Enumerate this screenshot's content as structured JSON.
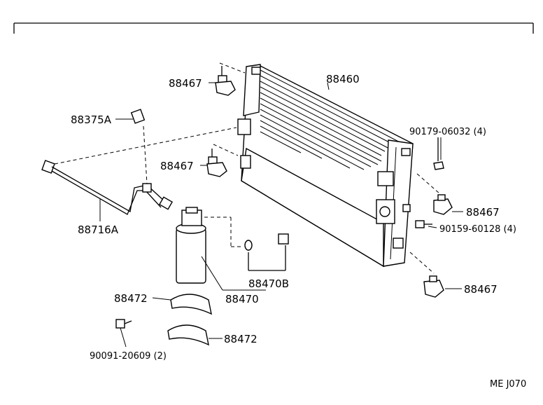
{
  "diagram_code": "ME J070",
  "parts": {
    "condenser": "88460",
    "bracket_top": "88467",
    "bracket_mid": "88467",
    "bracket_right_upper": "88467",
    "bracket_right_lower": "88467",
    "sensor_plug": "88375A",
    "tube": "88716A",
    "receiver": "88470",
    "receiver_parts": "88470B",
    "band_upper": "88472",
    "band_lower": "88472",
    "bolt_right_top": "90179-06032 (4)",
    "bolt_right_mid": "90159-60128 (4)",
    "bolt_band": "90091-20609 (2)"
  }
}
